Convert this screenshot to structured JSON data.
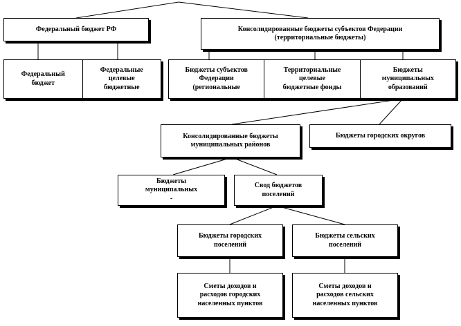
{
  "federal": {
    "title": "Федеральный бюджет РФ",
    "parts": [
      "Федеральный\nбюджет",
      "Федеральные\nцелевые\nбюджетные"
    ]
  },
  "consolidated": {
    "title": "Консолидированные бюджеты субъектов Федерации\n(территориальные бюджеты)",
    "parts": [
      "Бюджеты субъектов\nФедерации\n(региональные",
      "Территориальные\nцелевые\nбюджетные фонды",
      "Бюджеты\nмуниципальных\nобразований"
    ]
  },
  "municipal": {
    "districts": "Консолидированные бюджеты\nмуниципальных районов",
    "urban_okrugs": "Бюджеты городских округов",
    "mun_budgets": "Бюджеты\nмуниципальных\n-",
    "settlements_summary": "Свод бюджетов\nпоселений"
  },
  "settlements": {
    "urban": "Бюджеты городских\nпоселений",
    "rural": "Бюджеты сельских\nпоселений",
    "urban_estimates": "Сметы доходов и\nрасходов городских\nнаселенных пунктов",
    "rural_estimates": "Сметы доходов и\nрасходов сельских\nнаселенных пунктов"
  }
}
